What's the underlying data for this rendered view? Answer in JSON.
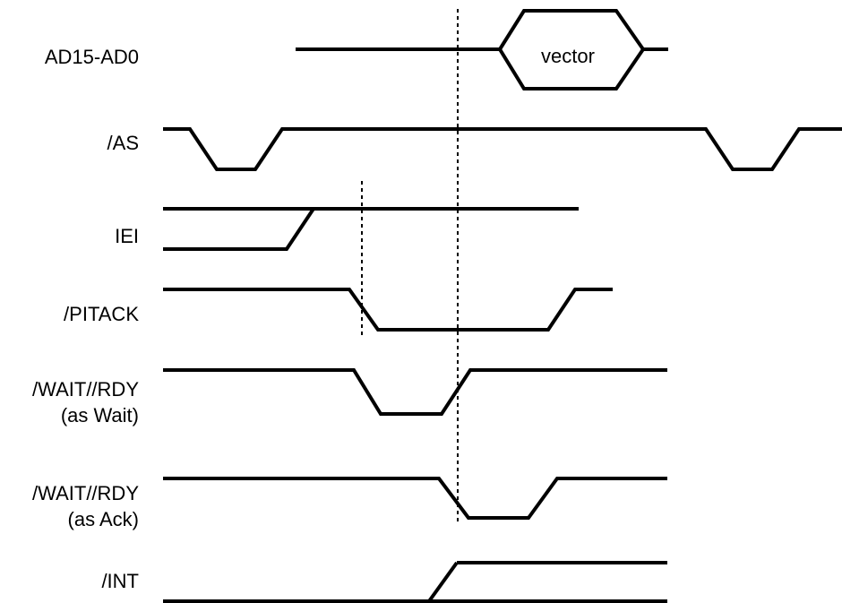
{
  "signals": [
    {
      "id": "ad",
      "label": [
        "AD15-AD0"
      ]
    },
    {
      "id": "as",
      "label": [
        "/AS"
      ]
    },
    {
      "id": "iei",
      "label": [
        "IEI"
      ]
    },
    {
      "id": "pitack",
      "label": [
        "/PITACK"
      ]
    },
    {
      "id": "wait_wait",
      "label": [
        "/WAIT//RDY",
        "(as Wait)"
      ]
    },
    {
      "id": "wait_ack",
      "label": [
        "/WAIT//RDY",
        "(as Ack)"
      ]
    },
    {
      "id": "int",
      "label": [
        "/INT"
      ]
    }
  ],
  "bus_value": "vector"
}
